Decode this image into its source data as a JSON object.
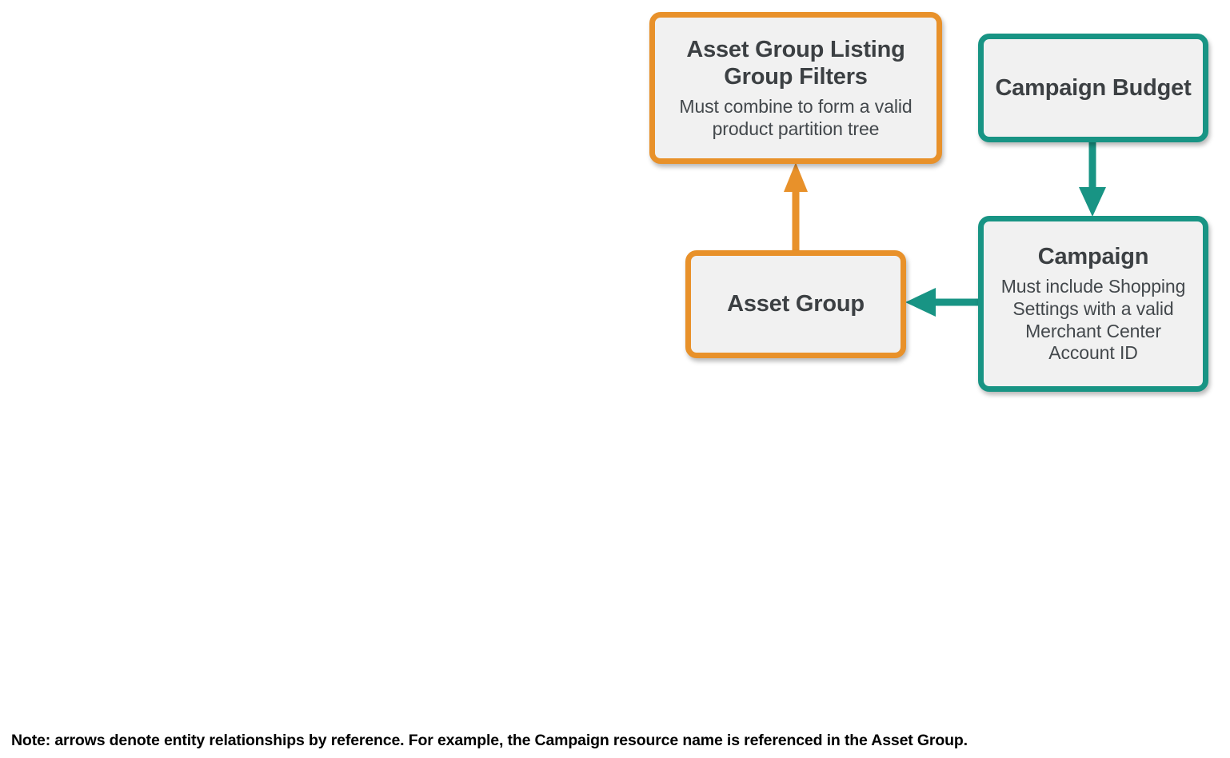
{
  "diagram": {
    "colors": {
      "orange": "#E8912A",
      "teal": "#189484",
      "node_fill": "#F1F1F1",
      "title_text": "#3C4043",
      "background": "#FFFFFF"
    },
    "nodes": [
      {
        "id": "asset-group-listing-group-filters",
        "title": "Asset Group Listing Group Filters",
        "description": "Must combine to form a valid product partition tree",
        "color": "orange"
      },
      {
        "id": "campaign-budget",
        "title": "Campaign Budget",
        "description": "",
        "color": "teal"
      },
      {
        "id": "asset-group",
        "title": "Asset Group",
        "description": "",
        "color": "orange"
      },
      {
        "id": "campaign",
        "title": "Campaign",
        "description": "Must include Shopping Settings with a valid Merchant Center Account ID",
        "color": "teal"
      }
    ],
    "edges": [
      {
        "id": "asset-group-to-listing-group-filters",
        "from": "asset-group",
        "to": "asset-group-listing-group-filters",
        "color": "orange",
        "direction": "up"
      },
      {
        "id": "campaign-budget-to-campaign",
        "from": "campaign-budget",
        "to": "campaign",
        "color": "teal",
        "direction": "down"
      },
      {
        "id": "campaign-to-asset-group",
        "from": "campaign",
        "to": "asset-group",
        "color": "teal",
        "direction": "left"
      }
    ],
    "footer_note": "Note: arrows denote entity relationships by reference. For example, the Campaign resource name is referenced in the Asset Group."
  }
}
